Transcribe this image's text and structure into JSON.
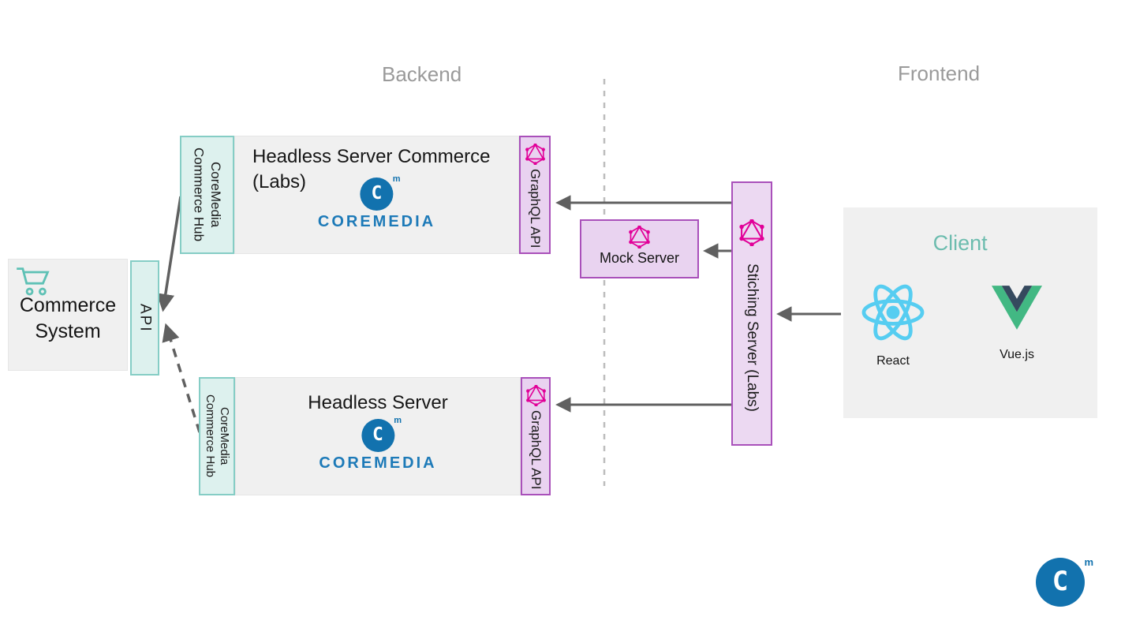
{
  "sections": {
    "backend_label": "Backend",
    "frontend_label": "Frontend"
  },
  "commerce_system": {
    "label": "Commerce System",
    "api_label": "API"
  },
  "headless_commerce": {
    "title": "Headless Server Commerce (Labs)",
    "hub_label": "CoreMedia\nCommerce Hub",
    "graphql_label": "GraphQL API",
    "brand": {
      "letter": "C",
      "tm": "m",
      "wordmark": "COREMEDIA"
    }
  },
  "headless_server": {
    "title": "Headless Server",
    "hub_label": "CoreMedia\nCommerce Hub",
    "graphql_label": "GraphQL API",
    "brand": {
      "letter": "C",
      "tm": "m",
      "wordmark": "COREMEDIA"
    }
  },
  "mock_server": {
    "label": "Mock Server"
  },
  "stitching_server": {
    "label": "Stiching Server (Labs)"
  },
  "client": {
    "title": "Client",
    "frameworks": [
      {
        "label": "React"
      },
      {
        "label": "Vue.js"
      }
    ]
  },
  "footer_logo": {
    "letter": "C",
    "tm": "m"
  },
  "icons": {
    "cart": "shopping-cart",
    "graphql": "graphql-hexagon",
    "react": "react-atom",
    "vue": "vue-v",
    "coremedia": "coremedia-c-circle"
  },
  "colors": {
    "teal_border": "#85cdc5",
    "teal_fill": "#ddf1ee",
    "purple_border": "#a950ba",
    "purple_fill": "#e9d2f0",
    "graphql_pink": "#e10098",
    "coremedia_blue": "#1272ae",
    "arrow_gray": "#606060",
    "divider_gray": "#bdbdbd",
    "box_gray": "#f0f0f0",
    "section_label_gray": "#9a9a9a",
    "client_title_teal": "#6cbcae",
    "react_blue": "#56cdf1",
    "vue_green": "#42b883",
    "vue_dark": "#35495e"
  }
}
